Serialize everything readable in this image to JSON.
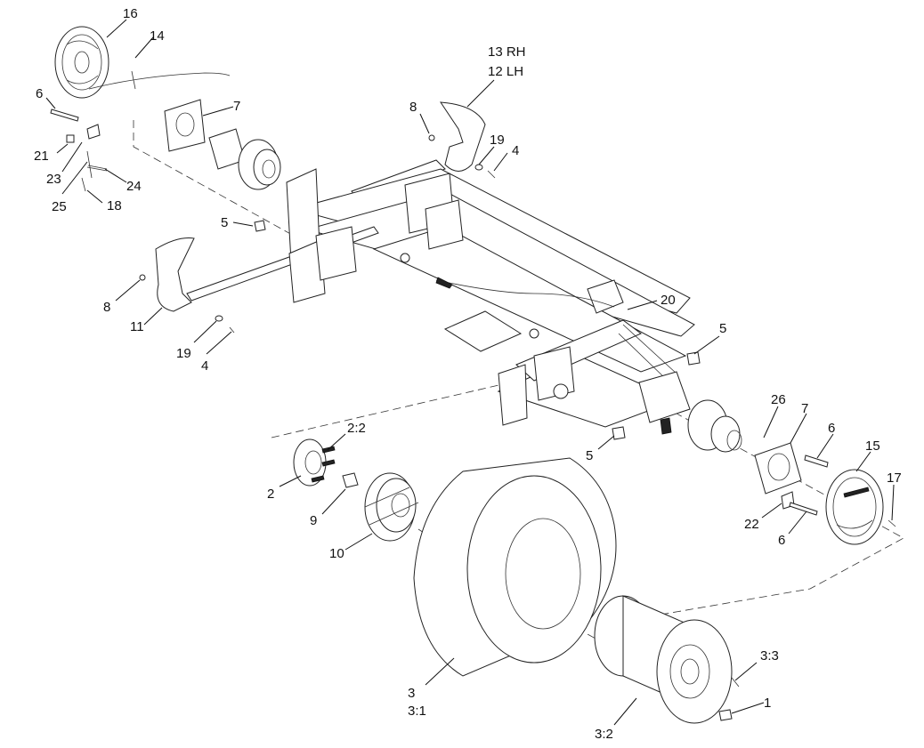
{
  "callouts": {
    "c16": "16",
    "c14": "14",
    "c6a": "6",
    "c7a": "7",
    "c21": "21",
    "c23": "23",
    "c24": "24",
    "c25": "25",
    "c18": "18",
    "c8a": "8",
    "c13": "13 RH",
    "c12": "12 LH",
    "c19a": "19",
    "c4a": "4",
    "c5a": "5",
    "c8b": "8",
    "c11": "11",
    "c19b": "19",
    "c4b": "4",
    "c20": "20",
    "c5b": "5",
    "c2_2": "2:2",
    "c2": "2",
    "c9": "9",
    "c10": "10",
    "c5c": "5",
    "c26": "26",
    "c7b": "7",
    "c6b": "6",
    "c15": "15",
    "c17": "17",
    "c22": "22",
    "c6c": "6",
    "c3": "3",
    "c3_1": "3:1",
    "c3_3": "3:3",
    "c1": "1",
    "c3_2": "3:2"
  }
}
